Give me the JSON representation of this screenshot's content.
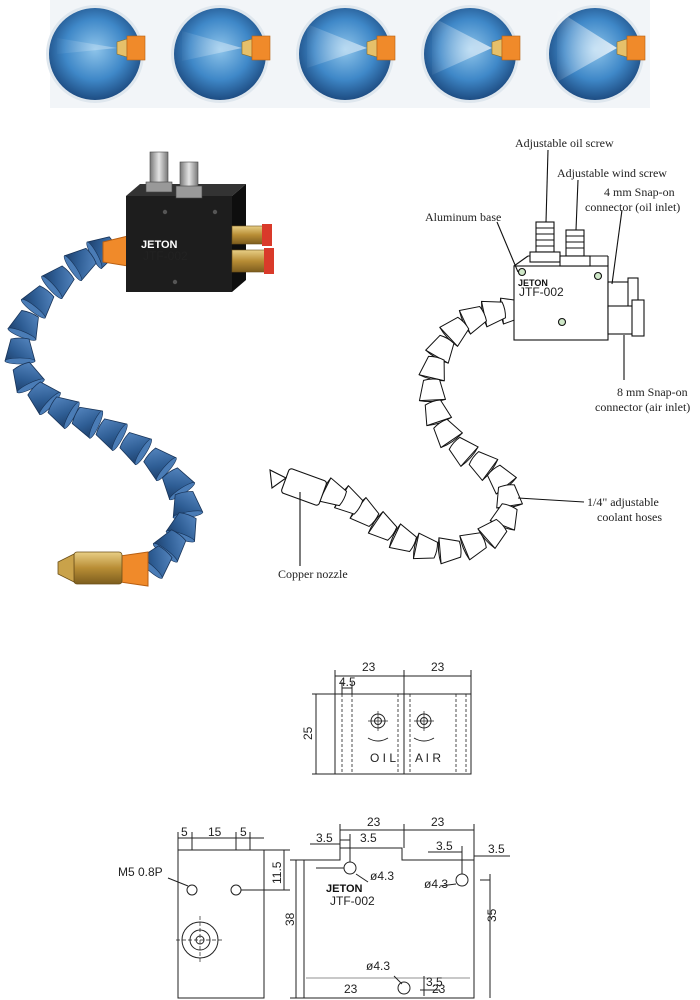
{
  "spray_patterns": [
    {
      "name": "spray-circle-1"
    },
    {
      "name": "spray-circle-2"
    },
    {
      "name": "spray-circle-3"
    },
    {
      "name": "spray-circle-4"
    },
    {
      "name": "spray-circle-5"
    }
  ],
  "product": {
    "brand": "JETON",
    "model": "JTF-002"
  },
  "callouts": {
    "oil_screw": "Adjustable oil screw",
    "wind_screw": "Adjustable wind screw",
    "oil_inlet_1": "4 mm Snap-on",
    "oil_inlet_2": "connector (oil inlet)",
    "aluminum_base": "Aluminum base",
    "air_inlet_1": "8 mm Snap-on",
    "air_inlet_2": "connector (air inlet)",
    "hose_1": "1/4\" adjustable",
    "hose_2": "coolant hoses",
    "nozzle": "Copper nozzle"
  },
  "top_view": {
    "width_left": "23",
    "width_right": "23",
    "offset": "4.5",
    "height": "25",
    "oil_label": "O I L",
    "air_label": "A I R"
  },
  "side_view": {
    "d1": "5",
    "d2": "15",
    "d3": "5",
    "thread": "M5 0.8P",
    "h1": "11.5",
    "height": "38"
  },
  "front_view": {
    "top_left": "23",
    "top_right": "23",
    "step_left": "3.5",
    "step_inner": "3.5",
    "step_right_inner": "3.5",
    "step_right": "3.5",
    "hole1": "ø4.3",
    "hole2": "ø4.3",
    "hole3": "ø4.3",
    "brand": "JETON",
    "model": "JTF-002",
    "height_right": "35",
    "bottom_offset": "3.5",
    "bottom_left": "23",
    "bottom_right": "23"
  },
  "colors": {
    "hose_blue": "#2e5d94",
    "nozzle_orange": "#f08a2a",
    "brass": "#c9a24a",
    "body_black": "#1d1d1d",
    "spray_blue": "#3a7fc0"
  }
}
